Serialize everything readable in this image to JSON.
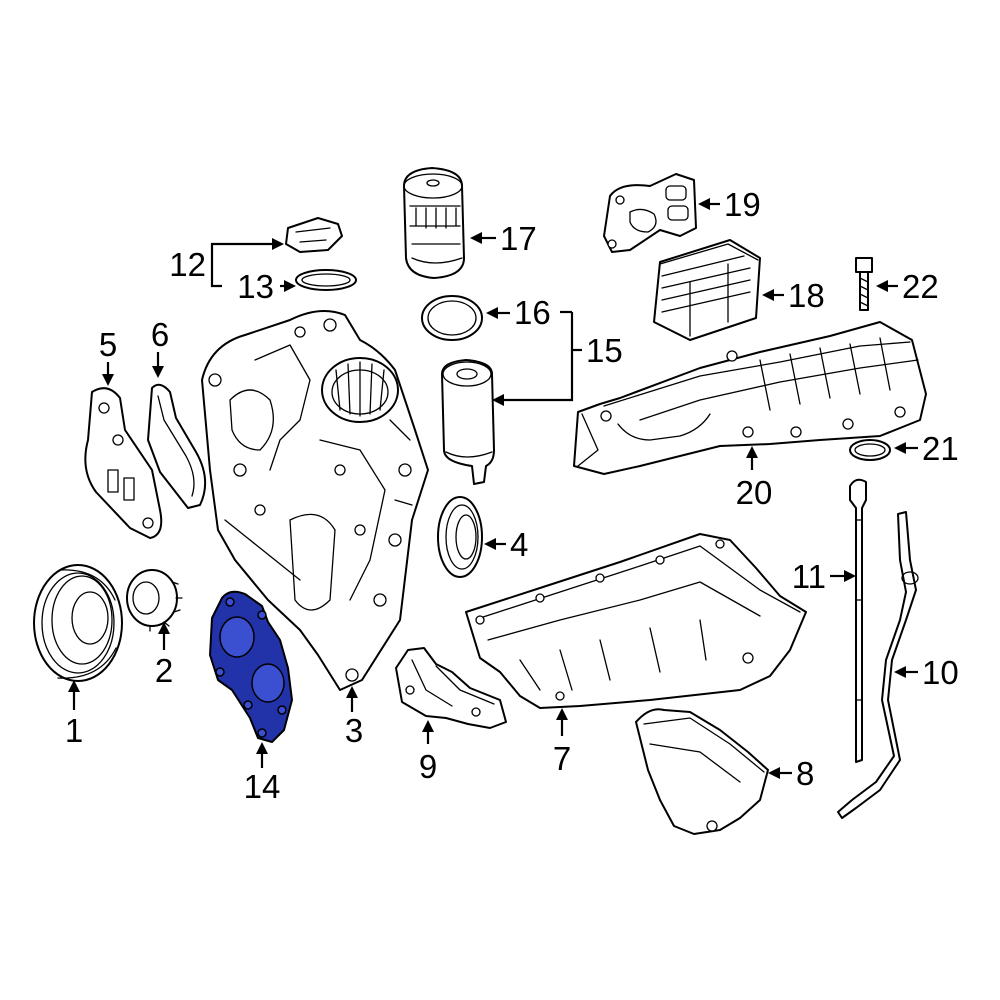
{
  "highlight_color": "#2233aa",
  "callouts": {
    "c1": "1",
    "c2": "2",
    "c3": "3",
    "c4": "4",
    "c5": "5",
    "c6": "6",
    "c7": "7",
    "c8": "8",
    "c9": "9",
    "c10": "10",
    "c11": "11",
    "c12": "12",
    "c13": "13",
    "c14": "14",
    "c15": "15",
    "c16": "16",
    "c17": "17",
    "c18": "18",
    "c19": "19",
    "c20": "20",
    "c21": "21",
    "c22": "22"
  }
}
